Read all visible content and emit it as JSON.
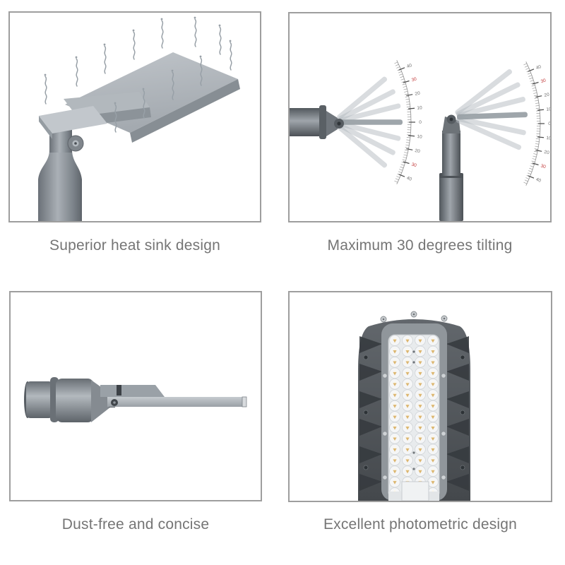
{
  "page": {
    "background": "#ffffff",
    "panel_border_color": "#9e9e9e",
    "caption_color": "#757575"
  },
  "panels": {
    "heat_sink": {
      "caption": "Superior heat sink design"
    },
    "tilting": {
      "caption": "Maximum 30 degrees tilting"
    },
    "dust_free": {
      "caption": "Dust-free and concise"
    },
    "photometric": {
      "caption": "Excellent photometric design"
    }
  },
  "tilting_detail": {
    "max_tilt_degrees": 30,
    "scale_labels": [
      "40",
      "30",
      "20",
      "10",
      "0",
      "10",
      "20",
      "30",
      "40"
    ],
    "highlight_label": "30",
    "highlight_color": "#c23b3b",
    "scale_label_color": "#6f6f6f",
    "left_fan_angles_deg": [
      40,
      27,
      14,
      0,
      -14,
      -27,
      -40
    ],
    "right_fan_angles_deg": [
      38,
      26,
      14,
      2,
      -12,
      -24
    ]
  },
  "heat_sink_detail": {
    "heat_wave_count": 12
  },
  "photometric_detail": {
    "led_columns": 4,
    "led_rows": 15
  },
  "product_colors": {
    "metal_light": "#b9bec3",
    "metal_mid": "#9aa1a7",
    "metal_dark": "#585e63",
    "housing_dark": "#4b5055",
    "fin_dark": "#363b3f",
    "led_warm": "#dcb66f",
    "led_window": "#e8ebed",
    "heat_wave": "#98a0a7"
  }
}
